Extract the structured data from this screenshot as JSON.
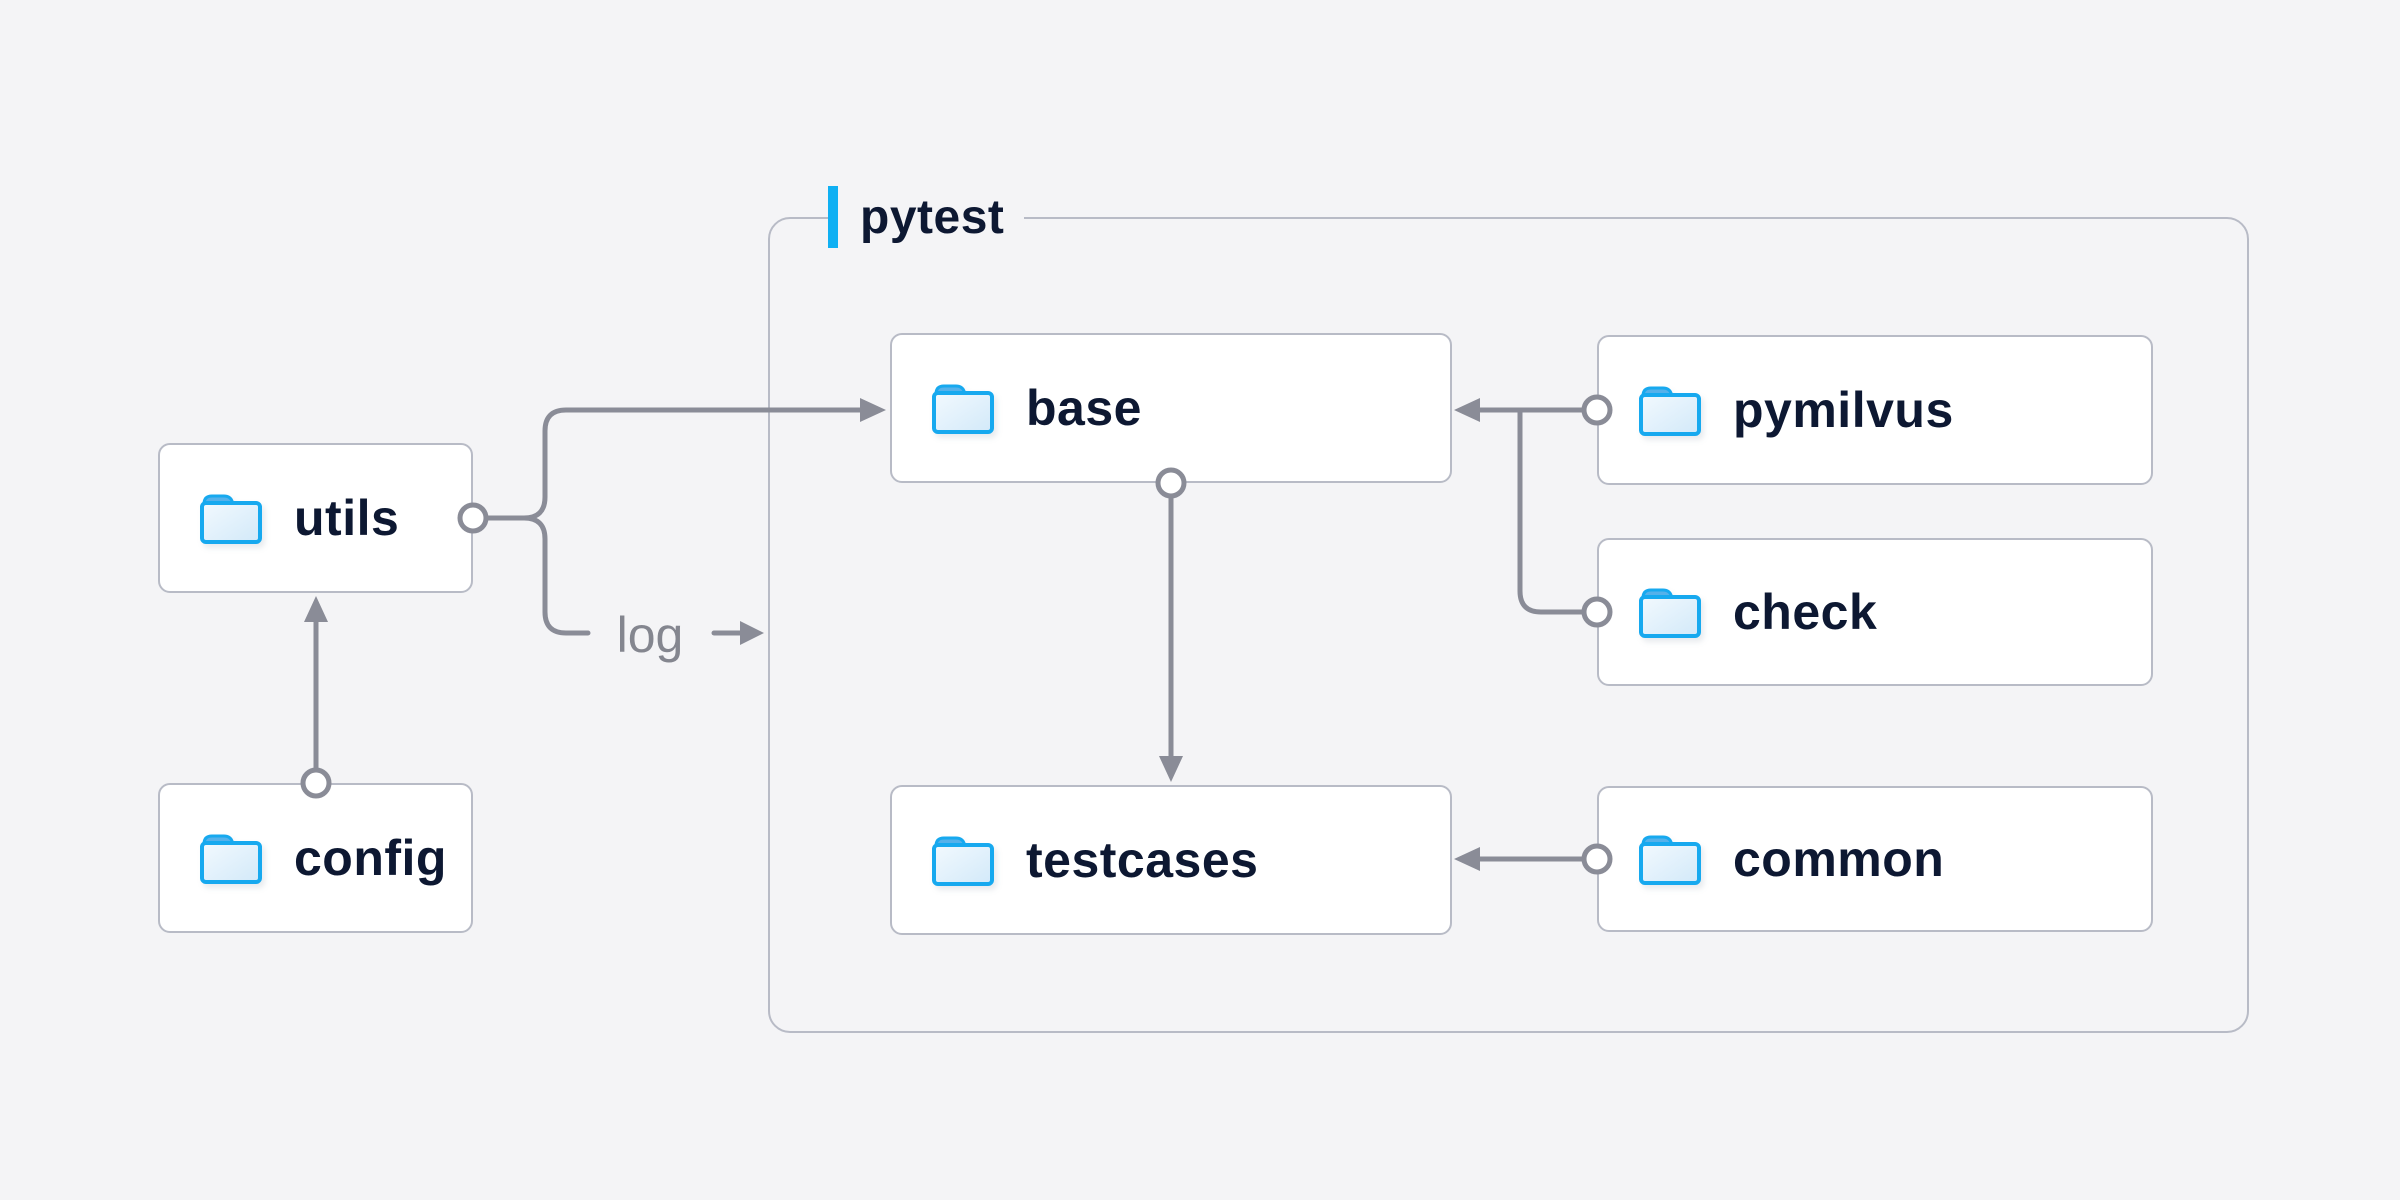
{
  "diagram": {
    "container_label": "pytest",
    "nodes": {
      "utils": {
        "label": "utils",
        "icon": "folder-icon"
      },
      "config": {
        "label": "config",
        "icon": "folder-icon"
      },
      "base": {
        "label": "base",
        "icon": "folder-icon"
      },
      "pymilvus": {
        "label": "pymilvus",
        "icon": "folder-icon"
      },
      "check": {
        "label": "check",
        "icon": "folder-icon"
      },
      "testcases": {
        "label": "testcases",
        "icon": "folder-icon"
      },
      "common": {
        "label": "common",
        "icon": "folder-icon"
      }
    },
    "edge_labels": {
      "log": "log"
    },
    "edges": [
      {
        "from": "config",
        "to": "utils",
        "type": "arrow"
      },
      {
        "from": "utils",
        "to": "base",
        "type": "arrow"
      },
      {
        "from": "utils",
        "to": "pytest-container",
        "type": "arrow",
        "label": "log"
      },
      {
        "from": "base",
        "to": "testcases",
        "type": "arrow"
      },
      {
        "from": "pymilvus",
        "to": "base",
        "type": "arrow"
      },
      {
        "from": "check",
        "to": "base",
        "type": "merge"
      },
      {
        "from": "common",
        "to": "testcases",
        "type": "arrow"
      }
    ],
    "colors": {
      "background": "#f4f4f6",
      "node_fill": "#ffffff",
      "node_border": "#b8bbc6",
      "connector_gray": "#8a8c97",
      "node_text_navy": "#0d1832",
      "edge_label_gray": "#84868f",
      "accent_bar_blue": "#0fb0f3",
      "folder_blue": "#17a9ef"
    }
  }
}
